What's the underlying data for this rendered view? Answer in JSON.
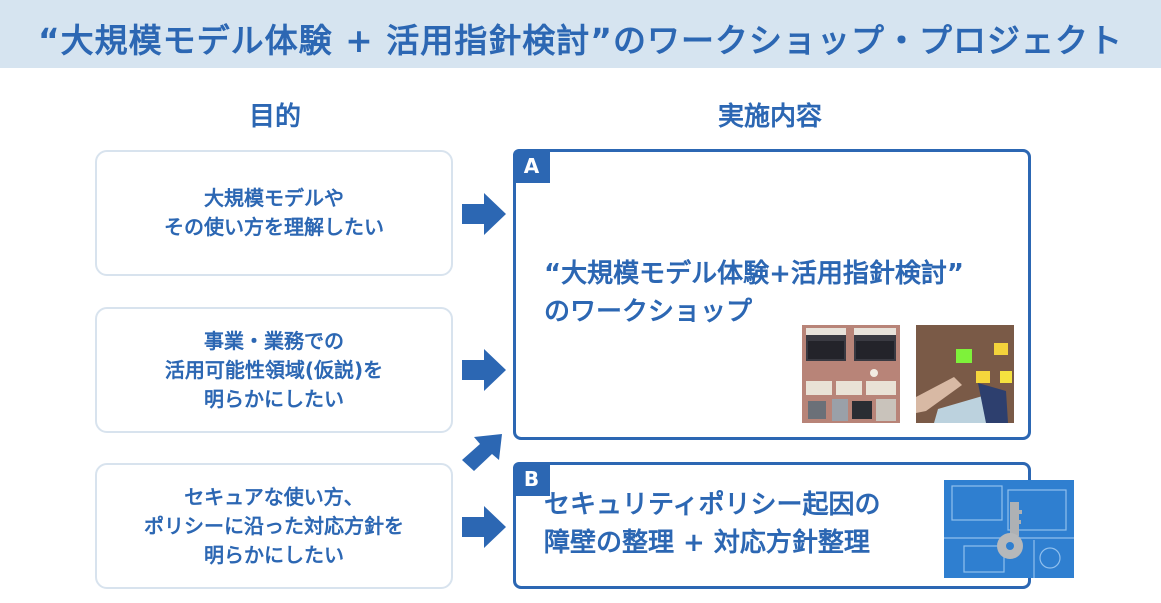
{
  "header": {
    "title": "“大規模モデル体験 + 活用指針検討”のワークショップ・プロジェクト"
  },
  "columns": {
    "purpose": "目的",
    "content": "実施内容"
  },
  "goals": [
    {
      "lines": [
        "大規模モデルや",
        "その使い方を理解したい"
      ]
    },
    {
      "lines": [
        "事業・業務での",
        "活用可能性領域(仮説)を",
        "明らかにしたい"
      ]
    },
    {
      "lines": [
        "セキュアな使い方、",
        "ポリシーに沿った対応方針を",
        "明らかにしたい"
      ]
    }
  ],
  "panels": {
    "a": {
      "tag": "A",
      "lines": [
        "“大規模モデル体験+活用指針検討”",
        "のワークショップ"
      ]
    },
    "b": {
      "tag": "B",
      "lines": [
        "セキュリティポリシー起因の",
        "障壁の整理 + 対応方針整理"
      ]
    }
  },
  "colors": {
    "accent": "#2c67b3",
    "banner": "#d6e4f0",
    "box_border": "#d8e3ee"
  },
  "icons": {
    "arrow": "right-arrow-icon",
    "diag_arrow": "up-right-arrow-icon"
  }
}
